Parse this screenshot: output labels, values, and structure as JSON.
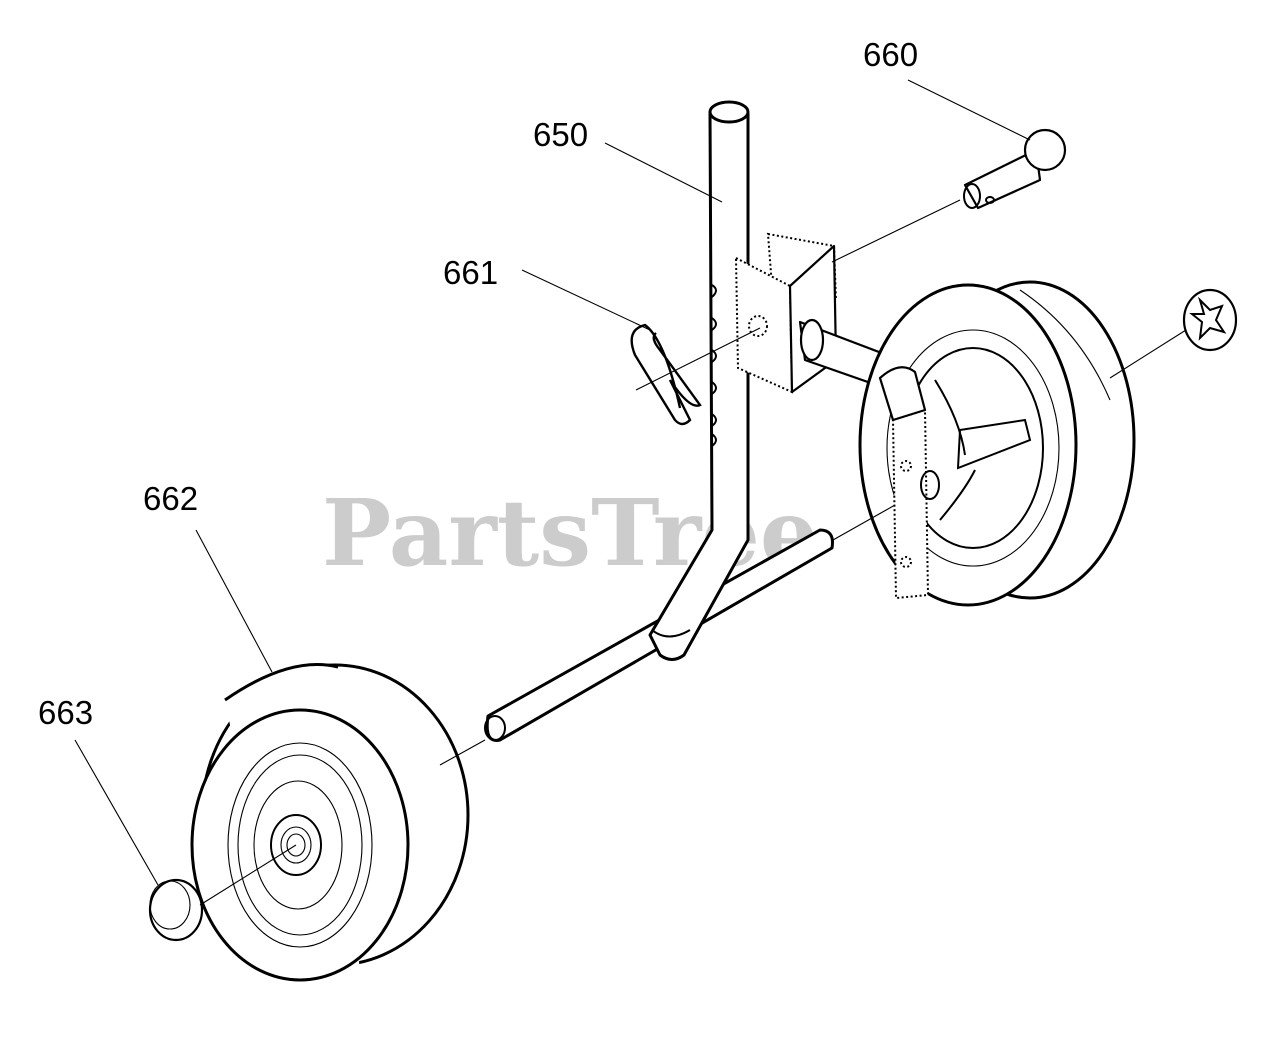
{
  "diagram": {
    "watermark": "PartsTree",
    "parts": [
      {
        "id": "part-660",
        "label": "660"
      },
      {
        "id": "part-650",
        "label": "650"
      },
      {
        "id": "part-661",
        "label": "661"
      },
      {
        "id": "part-662",
        "label": "662"
      },
      {
        "id": "part-663",
        "label": "663"
      }
    ]
  }
}
